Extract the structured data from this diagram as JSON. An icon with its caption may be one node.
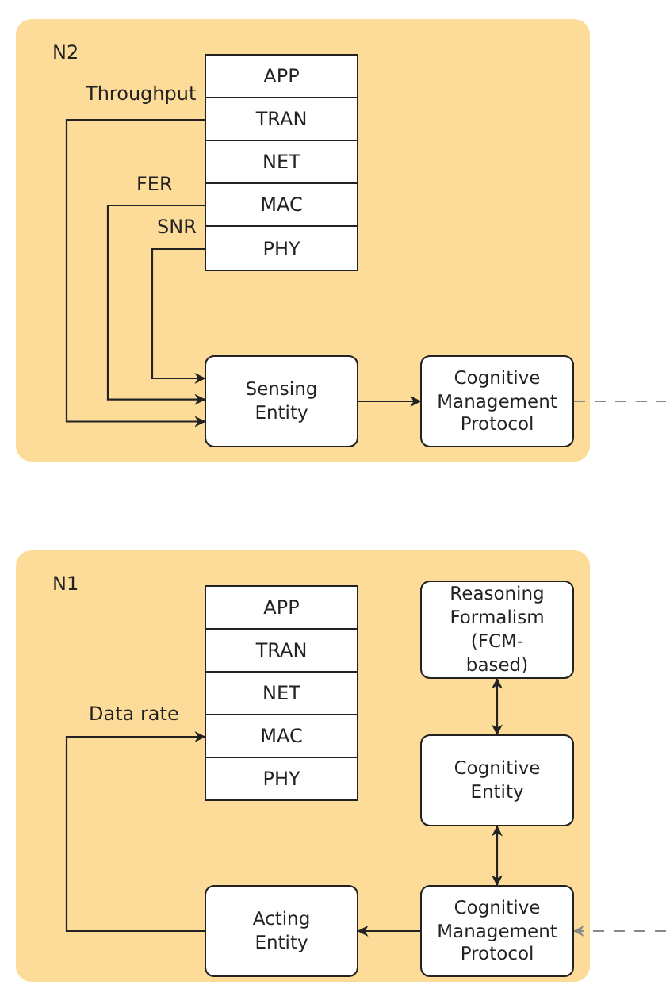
{
  "diagram": {
    "nodes": [
      {
        "text": [
          "N2"
        ]
      },
      {
        "text": [
          "APP"
        ],
        "in": 0
      },
      {
        "text": [
          "TRAN"
        ],
        "in": 0
      },
      {
        "text": [
          "NET"
        ],
        "in": 0
      },
      {
        "text": [
          "MAC"
        ],
        "in": 0
      },
      {
        "text": [
          "PHY"
        ],
        "in": 0
      },
      {
        "text": [
          "Sensing Entity"
        ],
        "in": 0
      },
      {
        "text": [
          "Cognitive Management Protocol"
        ],
        "in": 0
      },
      {
        "text": [
          "N1"
        ]
      },
      {
        "text": [
          "APP"
        ],
        "in": 8
      },
      {
        "text": [
          "TRAN"
        ],
        "in": 8
      },
      {
        "text": [
          "NET"
        ],
        "in": 8
      },
      {
        "text": [
          "MAC"
        ],
        "in": 8
      },
      {
        "text": [
          "PHY"
        ],
        "in": 8
      },
      {
        "text": [
          "Reasoning Formalism (FCM-based)"
        ],
        "in": 8
      },
      {
        "text": [
          "Cognitive Entity"
        ],
        "in": 8
      },
      {
        "text": [
          "Cognitive Management Protocol"
        ],
        "in": 8
      },
      {
        "text": [
          "Acting Entity"
        ],
        "in": 8
      }
    ],
    "edges": [
      {
        "from": 2,
        "to": 6,
        "arrow": "to",
        "label": "Throughput"
      },
      {
        "from": 4,
        "to": 6,
        "arrow": "to",
        "label": "FER"
      },
      {
        "from": 5,
        "to": 6,
        "arrow": "to",
        "label": "SNR"
      },
      {
        "from": 6,
        "to": 7,
        "arrow": "to"
      },
      {
        "from": 7,
        "to": null,
        "arrow": "none",
        "style": "dashed",
        "color": "#888888"
      },
      {
        "from": null,
        "to": 16,
        "arrow": "to",
        "style": "dashed",
        "color": "#888888"
      },
      {
        "from": 14,
        "to": 15,
        "arrow": "both"
      },
      {
        "from": 15,
        "to": 16,
        "arrow": "both"
      },
      {
        "from": 16,
        "to": 17,
        "arrow": "to"
      },
      {
        "from": 17,
        "to": 12,
        "arrow": "to",
        "label": "Data rate"
      }
    ]
  }
}
